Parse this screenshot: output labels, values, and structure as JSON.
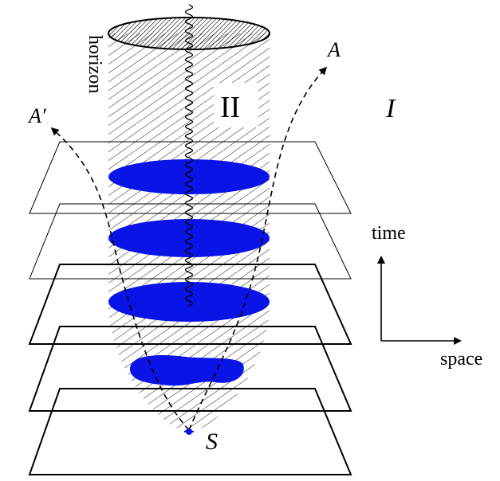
{
  "labels": {
    "horizon": "horizon",
    "region_inside": "II",
    "region_outside": "I",
    "observer_a": "A",
    "observer_a_prime": "A′",
    "source": "S",
    "axis_time": "time",
    "axis_space": "space"
  },
  "colors": {
    "trapped_surface_fill": "#0a14e6",
    "line": "#000000",
    "hatch": "#000000",
    "background": "#ffffff"
  }
}
